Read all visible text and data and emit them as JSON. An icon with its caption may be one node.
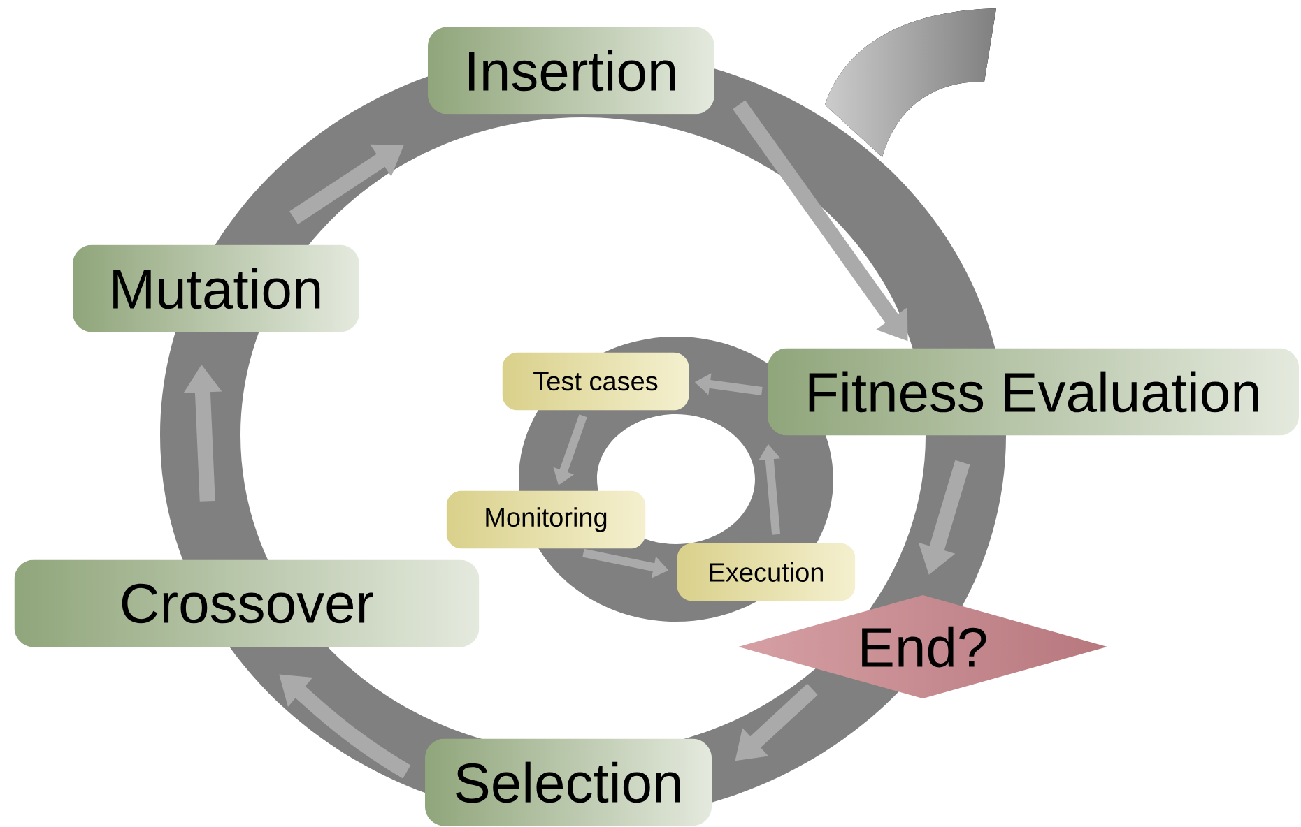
{
  "diagram": {
    "nodes": [
      {
        "text": [
          "Insertion"
        ]
      },
      {
        "text": [
          "Fitness Evaluation"
        ]
      },
      {
        "text": [
          "End?"
        ]
      },
      {
        "text": [
          "Selection"
        ]
      },
      {
        "text": [
          "Crossover"
        ]
      },
      {
        "text": [
          "Mutation"
        ]
      },
      {
        "text": [
          "Test cases"
        ]
      },
      {
        "text": [
          "Monitoring"
        ]
      },
      {
        "text": [
          "Execution"
        ]
      }
    ],
    "edges": [
      {
        "from": 0,
        "to": 1,
        "arrow": "to"
      },
      {
        "from": 1,
        "to": 2,
        "arrow": "to"
      },
      {
        "from": 2,
        "to": 3,
        "arrow": "to"
      },
      {
        "from": 3,
        "to": 4,
        "arrow": "to"
      },
      {
        "from": 4,
        "to": 5,
        "arrow": "to"
      },
      {
        "from": 5,
        "to": 0,
        "arrow": "to"
      },
      {
        "from": 1,
        "to": 6,
        "arrow": "to"
      },
      {
        "from": 6,
        "to": 7,
        "arrow": "to"
      },
      {
        "from": 7,
        "to": 8,
        "arrow": "to"
      },
      {
        "from": 8,
        "to": 1,
        "arrow": "to"
      }
    ]
  }
}
